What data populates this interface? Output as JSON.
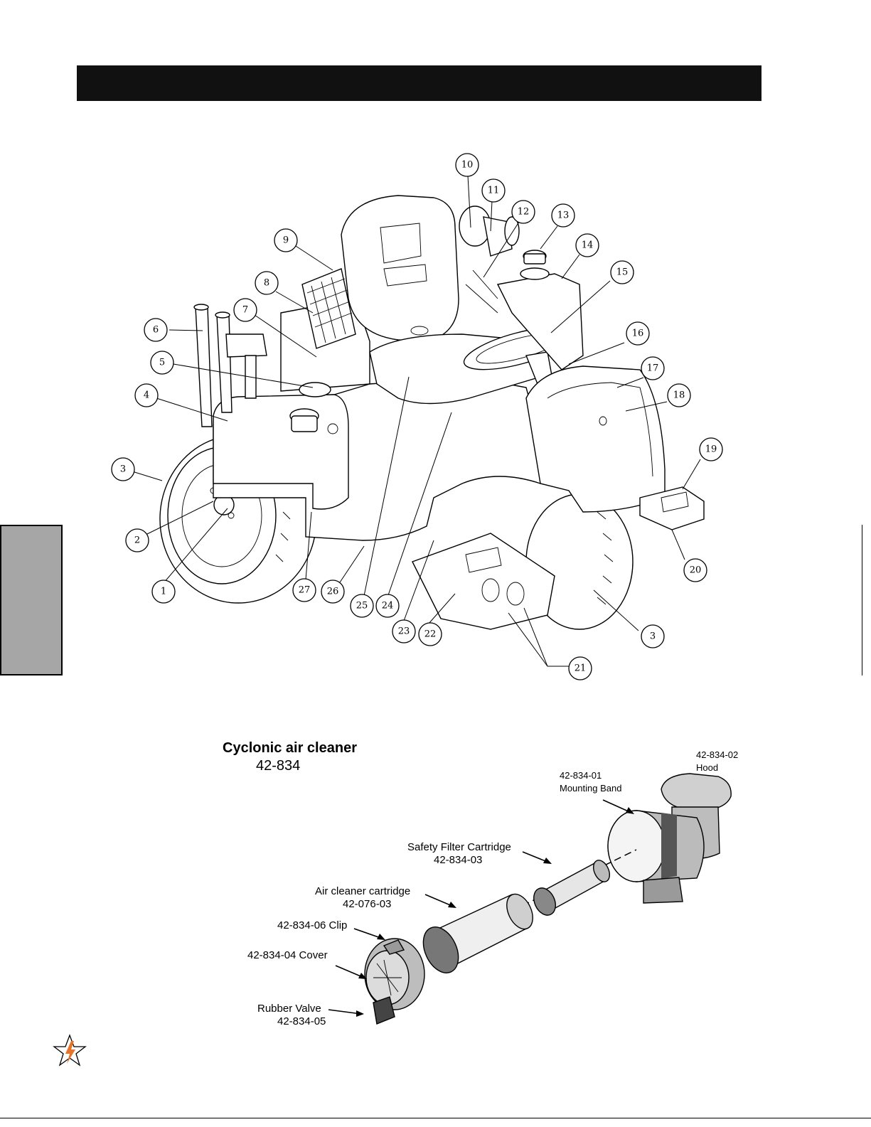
{
  "tractor_diagram": {
    "callouts": [
      {
        "n": "1"
      },
      {
        "n": "2"
      },
      {
        "n": "3"
      },
      {
        "n": "3"
      },
      {
        "n": "4"
      },
      {
        "n": "5"
      },
      {
        "n": "6"
      },
      {
        "n": "7"
      },
      {
        "n": "8"
      },
      {
        "n": "9"
      },
      {
        "n": "10"
      },
      {
        "n": "11"
      },
      {
        "n": "12"
      },
      {
        "n": "13"
      },
      {
        "n": "14"
      },
      {
        "n": "15"
      },
      {
        "n": "16"
      },
      {
        "n": "17"
      },
      {
        "n": "18"
      },
      {
        "n": "19"
      },
      {
        "n": "20"
      },
      {
        "n": "21"
      },
      {
        "n": "22"
      },
      {
        "n": "23"
      },
      {
        "n": "24"
      },
      {
        "n": "25"
      },
      {
        "n": "26"
      },
      {
        "n": "27"
      }
    ]
  },
  "air_cleaner": {
    "title": "Cyclonic air cleaner",
    "title_code": "42-834",
    "hood_code": "42-834-02",
    "hood_label": "Hood",
    "band_code": "42-834-01",
    "band_label": "Mounting Band",
    "safety_label": "Safety Filter Cartridge",
    "safety_code": "42-834-03",
    "cartridge_label": "Air cleaner cartridge",
    "cartridge_code": "42-076-03",
    "clip_label": "42-834-06 Clip",
    "cover_label": "42-834-04 Cover",
    "valve_label": "Rubber Valve",
    "valve_code": "42-834-05"
  },
  "colors": {
    "header_bar": "#111111",
    "side_tab": "#a6a6a6",
    "logo_orange": "#e8742a"
  },
  "icons": {
    "logo": "star-logo-icon"
  }
}
